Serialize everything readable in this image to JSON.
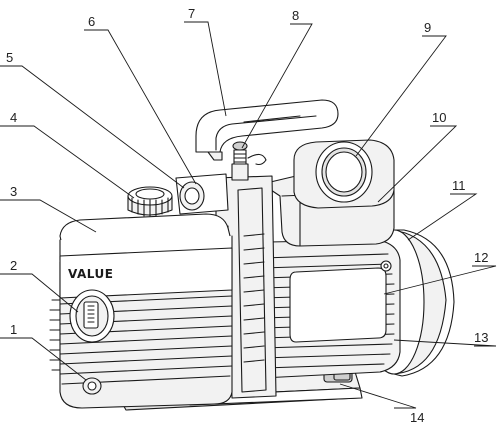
{
  "diagram": {
    "brand": "VALUE",
    "callouts": [
      {
        "id": 1,
        "label": "1"
      },
      {
        "id": 2,
        "label": "2"
      },
      {
        "id": 3,
        "label": "3"
      },
      {
        "id": 4,
        "label": "4"
      },
      {
        "id": 5,
        "label": "5"
      },
      {
        "id": 6,
        "label": "6"
      },
      {
        "id": 7,
        "label": "7"
      },
      {
        "id": 8,
        "label": "8"
      },
      {
        "id": 9,
        "label": "9"
      },
      {
        "id": 10,
        "label": "10"
      },
      {
        "id": 11,
        "label": "11"
      },
      {
        "id": 12,
        "label": "12"
      },
      {
        "id": 13,
        "label": "13"
      },
      {
        "id": 14,
        "label": "14"
      }
    ]
  }
}
